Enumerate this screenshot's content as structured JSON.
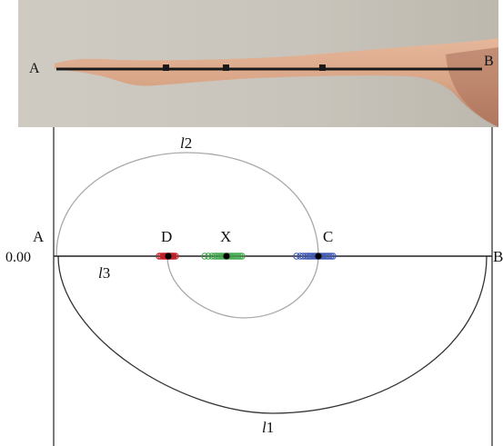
{
  "photo": {
    "point_a": "A",
    "point_b": "B"
  },
  "diagram": {
    "point_a": "A",
    "point_b": "B",
    "point_c": "C",
    "point_d": "D",
    "point_x": "X",
    "axis_value": "0.00",
    "curve_l1": "l",
    "curve_l1_sub": "1",
    "curve_l2": "l",
    "curve_l2_sub": "2",
    "curve_l3": "l",
    "curve_l3_sub": "3"
  },
  "colors": {
    "skin": "#d9a587",
    "wall": "#c9c5bd",
    "axis": "#222222",
    "curve_outer": "#333333",
    "curve_inner": "#a8a8a8",
    "cluster_d": "#c0202a",
    "cluster_x": "#3ea84a",
    "cluster_c": "#3a55b4",
    "center_point": "#000000"
  }
}
